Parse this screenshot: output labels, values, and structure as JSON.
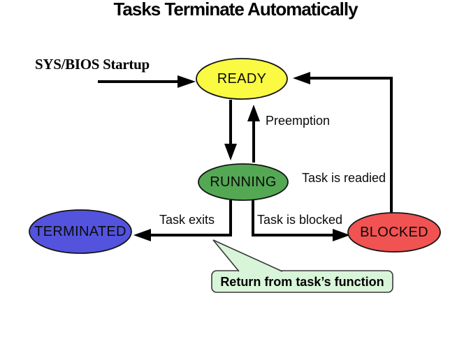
{
  "title": "Tasks Terminate Automatically",
  "nodes": {
    "ready": {
      "label": "READY",
      "fill": "#fafa42"
    },
    "running": {
      "label": "RUNNING",
      "fill": "#54a854"
    },
    "blocked": {
      "label": "BLOCKED",
      "fill": "#f15252"
    },
    "terminated": {
      "label": "TERMINATED",
      "fill": "#5353de"
    }
  },
  "edge_labels": {
    "startup": "SYS/BIOS Startup",
    "preemption": "Preemption",
    "task_readied": "Task is readied",
    "task_exits": "Task exits",
    "task_blocked": "Task is blocked"
  },
  "callout": {
    "text": "Return from task’s function",
    "fill": "#d9f5d9",
    "border": "#383838"
  },
  "colors": {
    "background": "#ffffff",
    "arrow": "#000000",
    "node_outline": "#141414",
    "text": "#000000"
  }
}
